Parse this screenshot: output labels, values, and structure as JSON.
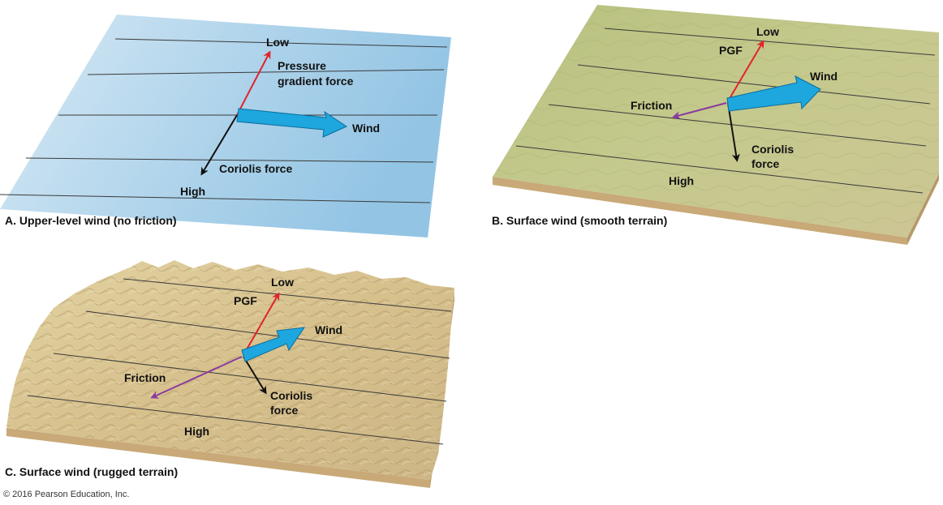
{
  "colors": {
    "sky": "#a6cde6",
    "smooth_terrain": "#c3c98b",
    "rugged_terrain": "#dcc795",
    "soil_edge": "#c8a977",
    "isobar": "#333333",
    "pgf_arrow": "#e0232b",
    "wind_arrow": "#1ea6de",
    "coriolis_arrow": "#111111",
    "friction_arrow": "#8a3aa0"
  },
  "panel_a": {
    "caption": "A. Upper-level wind (no friction)",
    "low": "Low",
    "high": "High",
    "pgf_line1": "Pressure",
    "pgf_line2": "gradient force",
    "wind": "Wind",
    "coriolis": "Coriolis force"
  },
  "panel_b": {
    "caption": "B. Surface wind (smooth terrain)",
    "low": "Low",
    "high": "High",
    "pgf": "PGF",
    "wind": "Wind",
    "friction": "Friction",
    "coriolis_line1": "Coriolis",
    "coriolis_line2": "force"
  },
  "panel_c": {
    "caption": "C. Surface wind (rugged terrain)",
    "low": "Low",
    "high": "High",
    "pgf": "PGF",
    "wind": "Wind",
    "friction": "Friction",
    "coriolis_line1": "Coriolis",
    "coriolis_line2": "force"
  },
  "copyright": "© 2016 Pearson Education, Inc."
}
